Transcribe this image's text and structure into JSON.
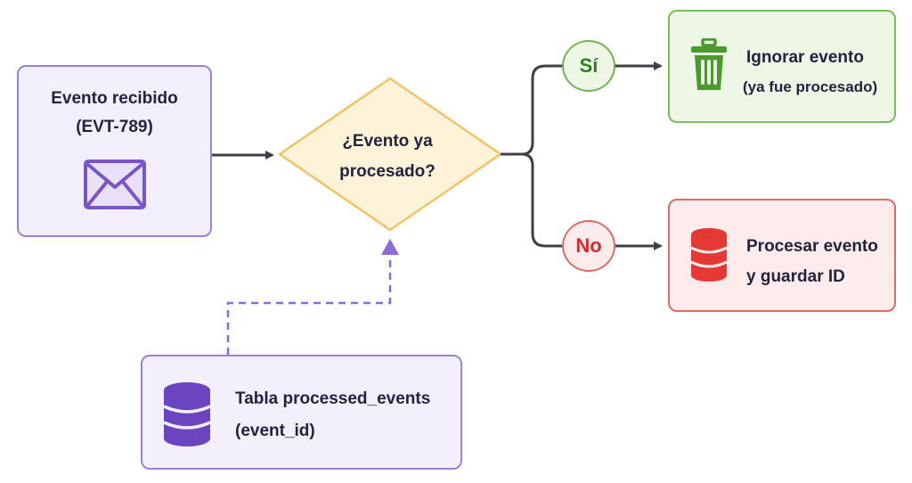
{
  "nodes": {
    "event_received": {
      "title": "Evento recibido",
      "id": "(EVT-789)",
      "icon": "envelope-icon"
    },
    "decision": {
      "line1": "¿Evento ya",
      "line2": "procesado?"
    },
    "ignore": {
      "title": "Ignorar evento",
      "subtitle": "(ya fue procesado)",
      "icon": "trash-icon"
    },
    "process": {
      "title": "Procesar evento",
      "subtitle": "y guardar ID",
      "icon": "database-icon"
    },
    "table": {
      "title": "Tabla processed_events",
      "subtitle": "(event_id)",
      "icon": "database-icon"
    }
  },
  "branches": {
    "yes": "Sí",
    "no": "No"
  },
  "colors": {
    "purple": "#7a55c6",
    "yellow": "#f5c96b",
    "green": "#4b9a2f",
    "red": "#e53935",
    "line": "#3d4046"
  }
}
